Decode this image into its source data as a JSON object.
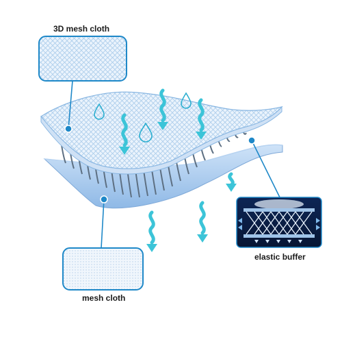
{
  "labels": {
    "top_mesh": "3D mesh cloth",
    "bottom_mesh": "mesh cloth",
    "buffer": "elastic buffer"
  },
  "icons": [
    "water-drop-icon",
    "airflow-arrow-icon",
    "callout-dot-icon"
  ],
  "colors": {
    "accent_blue": "#1e88c8",
    "mesh_light": "#e4f0fb",
    "mesh_line": "#9cc4e6",
    "arrow_teal": "#3cc4d8",
    "buffer_bg": "#0c1f4a"
  }
}
